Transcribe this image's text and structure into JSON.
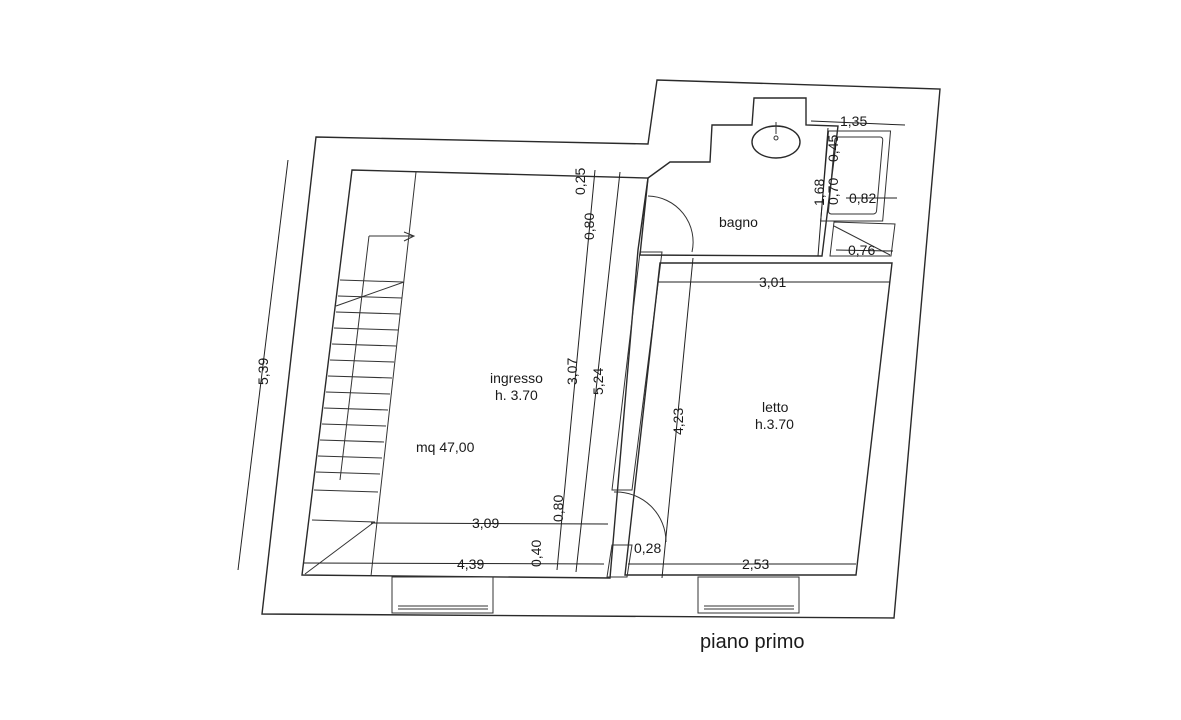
{
  "plan": {
    "title": "piano primo",
    "total_area_label": "mq 47,00",
    "rooms": [
      {
        "name": "ingresso",
        "height": "h. 3.70"
      },
      {
        "name": "letto",
        "height": "h.3.70"
      },
      {
        "name": "bagno",
        "height": ""
      }
    ],
    "dimensions": {
      "left_overall": "5,39",
      "ingresso_width_top": "3,09",
      "ingresso_width_bottom": "4,39",
      "ingresso_depth_1": "3,07",
      "ingresso_depth_2": "5,24",
      "seg_025": "0,25",
      "seg_080_top": "0,80",
      "seg_080_bottom": "0,80",
      "seg_040": "0,40",
      "letto_width": "3,01",
      "letto_width_bottom": "2,53",
      "letto_depth": "4,23",
      "door_028": "0,28",
      "bagno_135": "1,35",
      "bagno_045": "0,45",
      "bagno_070": "0,70",
      "bagno_168": "1,68",
      "shower_082": "0,82",
      "bagno_076": "0,76"
    }
  }
}
